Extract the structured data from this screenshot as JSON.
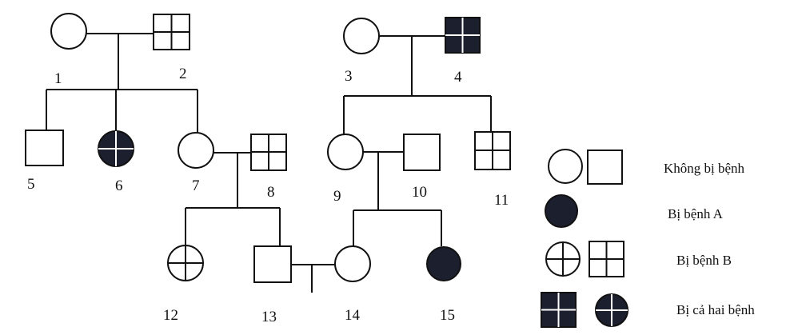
{
  "individuals": [
    {
      "id": "1",
      "sex": "female",
      "status": "unaffected"
    },
    {
      "id": "2",
      "sex": "male",
      "status": "disease-b"
    },
    {
      "id": "3",
      "sex": "female",
      "status": "unaffected"
    },
    {
      "id": "4",
      "sex": "male",
      "status": "both"
    },
    {
      "id": "5",
      "sex": "male",
      "status": "unaffected"
    },
    {
      "id": "6",
      "sex": "female",
      "status": "both"
    },
    {
      "id": "7",
      "sex": "female",
      "status": "unaffected"
    },
    {
      "id": "8",
      "sex": "male",
      "status": "disease-b"
    },
    {
      "id": "9",
      "sex": "female",
      "status": "unaffected"
    },
    {
      "id": "10",
      "sex": "male",
      "status": "unaffected"
    },
    {
      "id": "11",
      "sex": "male",
      "status": "disease-b"
    },
    {
      "id": "12",
      "sex": "female",
      "status": "disease-b"
    },
    {
      "id": "13",
      "sex": "male",
      "status": "unaffected"
    },
    {
      "id": "14",
      "sex": "female",
      "status": "unaffected"
    },
    {
      "id": "15",
      "sex": "female",
      "status": "disease-a"
    }
  ],
  "legend": {
    "unaffected": "Không bị bệnh",
    "disease_a": "Bị bệnh A",
    "disease_b": "Bị bệnh B",
    "both": "Bị cả hai bệnh"
  },
  "colors": {
    "affected_fill": "#1c1f2e",
    "line": "#111111"
  }
}
